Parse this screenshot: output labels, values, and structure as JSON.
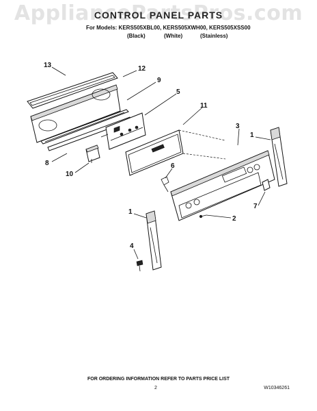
{
  "watermark": "AppliancePartsPros.com",
  "header": {
    "title": "CONTROL PANEL PARTS",
    "models_line": "For Models: KERS505XBL00, KERS505XWH00, KERS505XSS00",
    "variants": [
      "(Black)",
      "(White)",
      "(Stainless)"
    ]
  },
  "callouts": [
    "13",
    "12",
    "9",
    "5",
    "11",
    "3",
    "1",
    "8",
    "10",
    "6",
    "7",
    "1",
    "2",
    "4"
  ],
  "footer": {
    "ordering_note": "FOR ORDERING INFORMATION REFER TO PARTS PRICE LIST",
    "page_number": "2",
    "document_number": "W10346261"
  }
}
